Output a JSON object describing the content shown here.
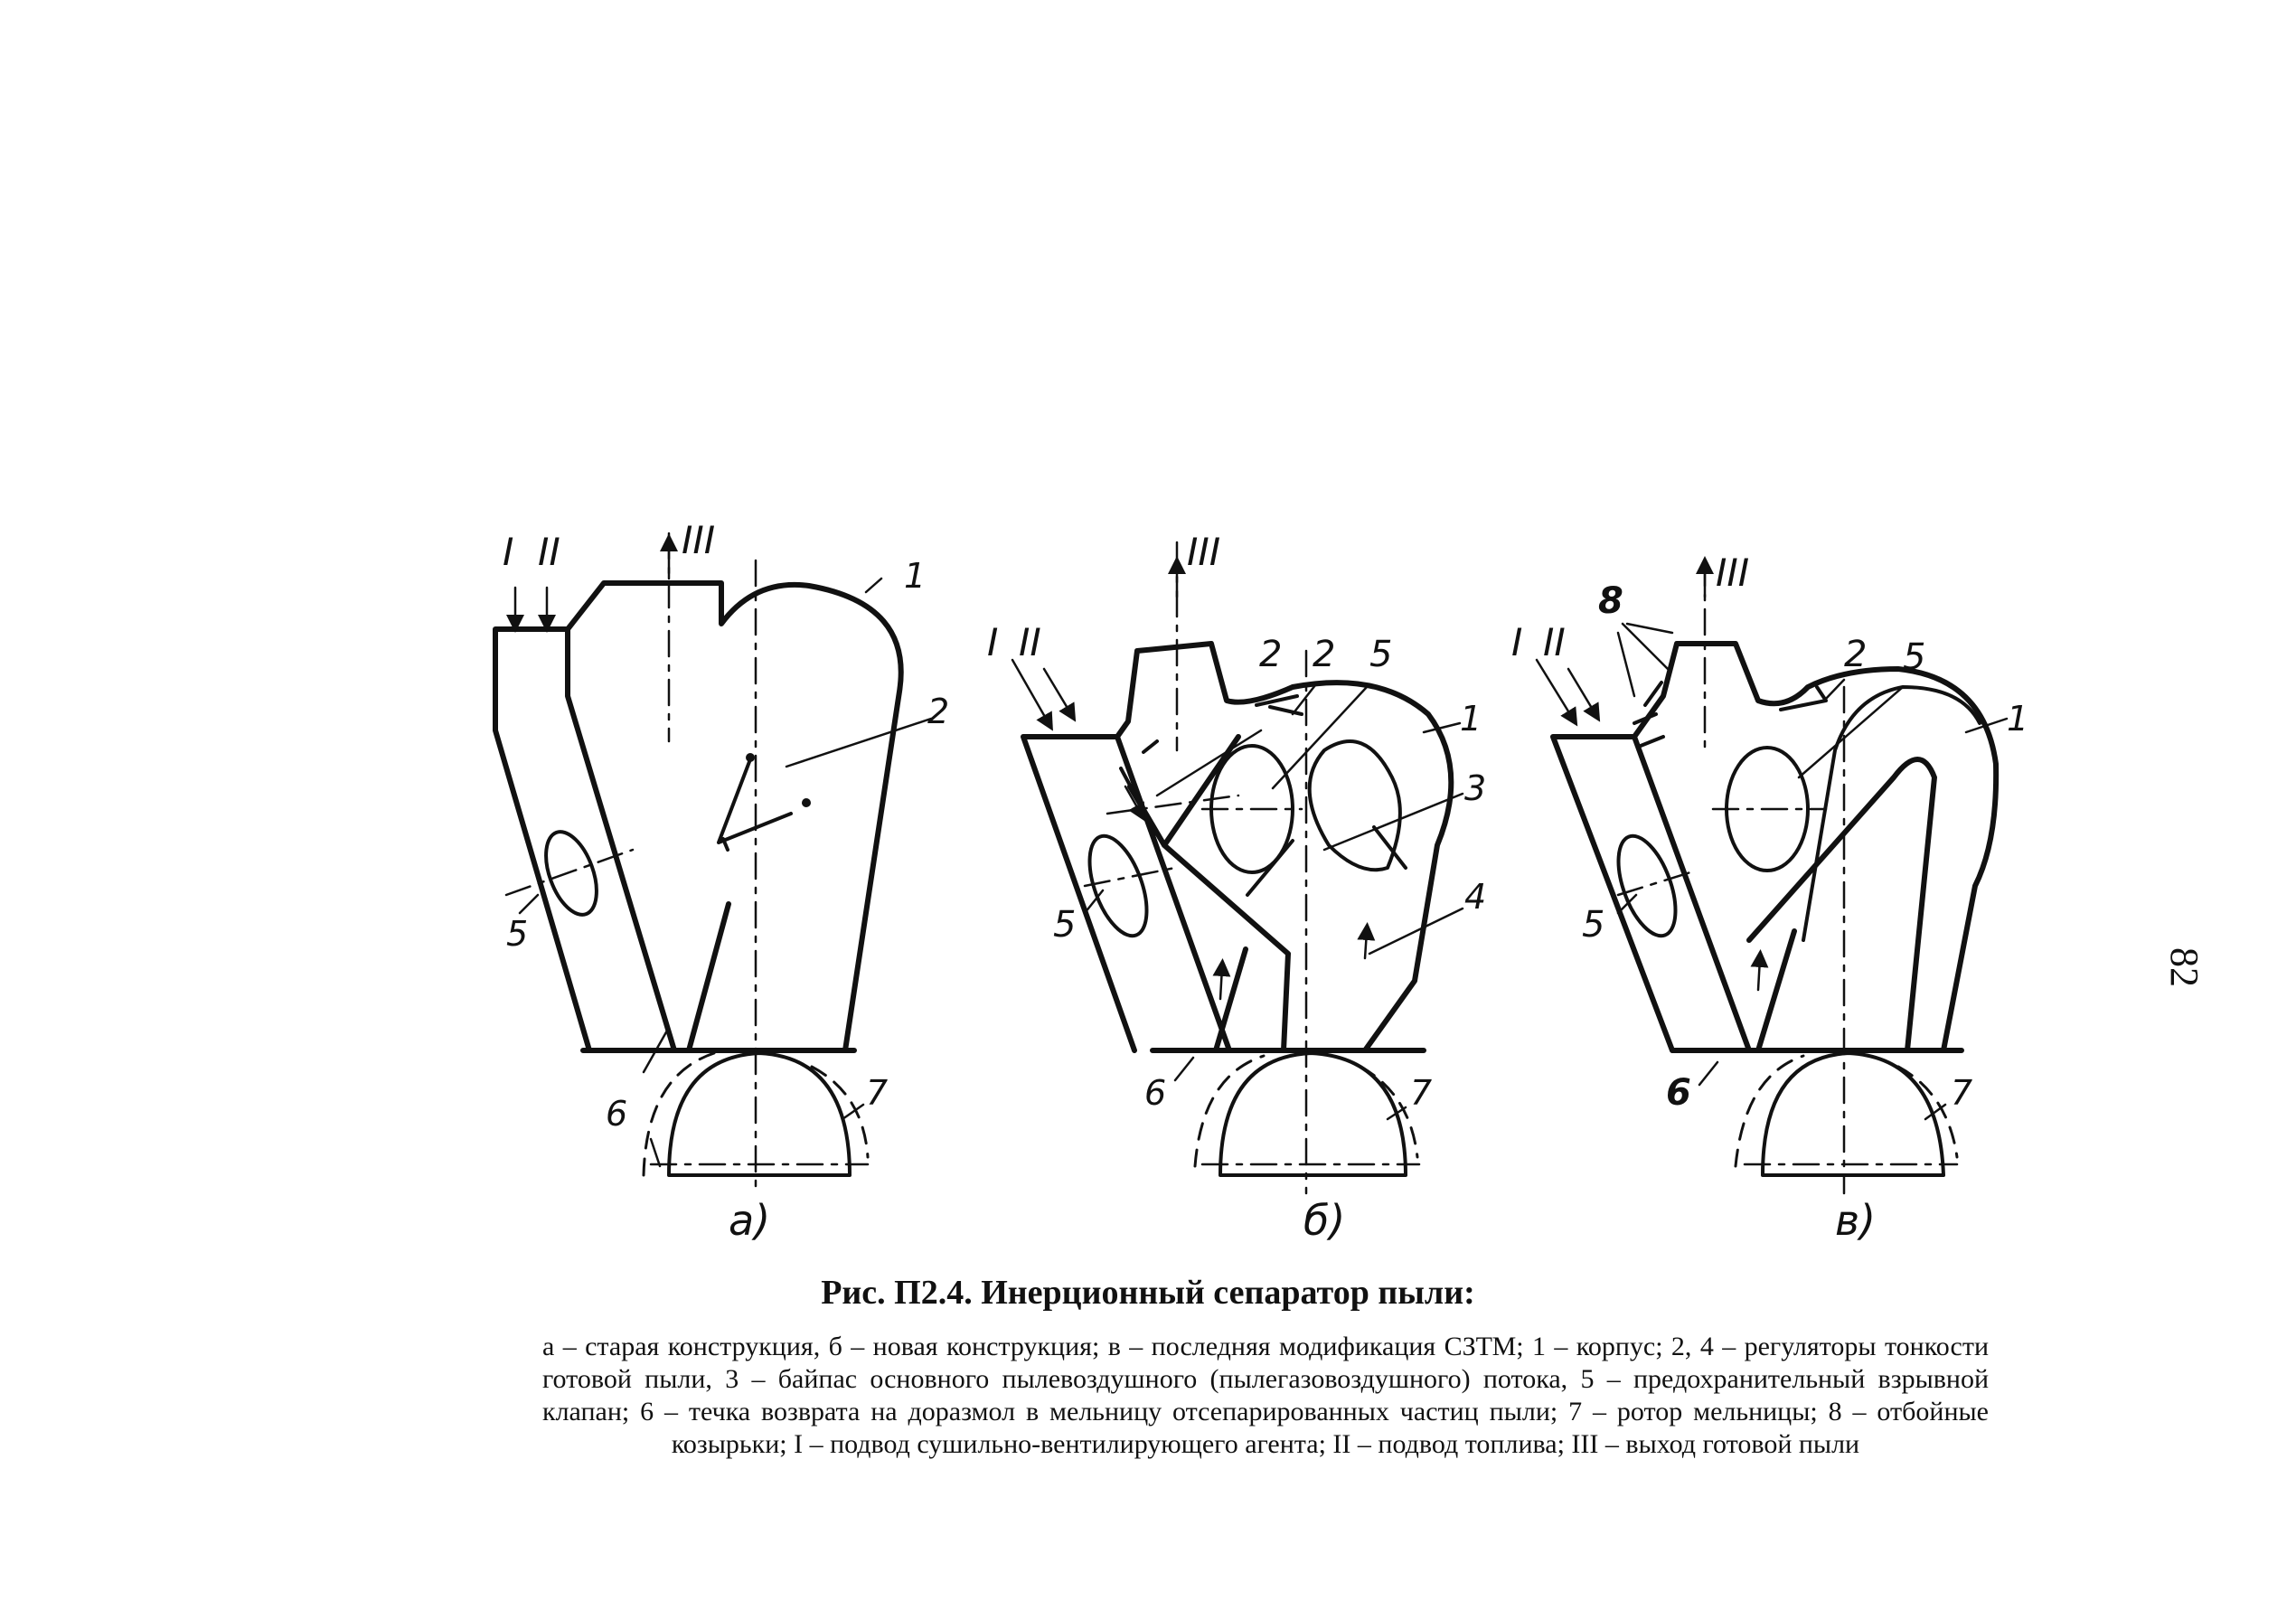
{
  "page_number": "82",
  "caption": {
    "title": "Рис. П2.4. Инерционный сепаратор пыли:",
    "body": "а – старая конструкция, б – новая конструкция; в – последняя модификация СЗТМ; 1 – корпус; 2, 4 – регуляторы тонкости готовой пыли, 3 – байпас основного пылевоздушного (пылегазовоздушного) потока, 5 – предохранительный взрывной клапан; 6 – течка возврата на доразмол в мельницу отсепарированных частиц пыли; 7 – ротор мельницы; 8 – отбойные козырьки; I – подвод сушильно-вентилирующего агента; II – подвод топлива; III – выход готовой пыли"
  },
  "diagrams": [
    {
      "panel": "а)",
      "flow_labels": [
        "I",
        "II",
        "III"
      ],
      "part_labels": [
        "1",
        "2",
        "5",
        "6",
        "7"
      ]
    },
    {
      "panel": "б)",
      "flow_labels": [
        "I",
        "II",
        "III"
      ],
      "part_labels": [
        "1",
        "2",
        "2",
        "5",
        "3",
        "4",
        "5",
        "6",
        "7"
      ]
    },
    {
      "panel": "в)",
      "flow_labels": [
        "I",
        "II",
        "III",
        "8"
      ],
      "part_labels": [
        "2",
        "5",
        "1",
        "5",
        "6",
        "7"
      ]
    }
  ]
}
